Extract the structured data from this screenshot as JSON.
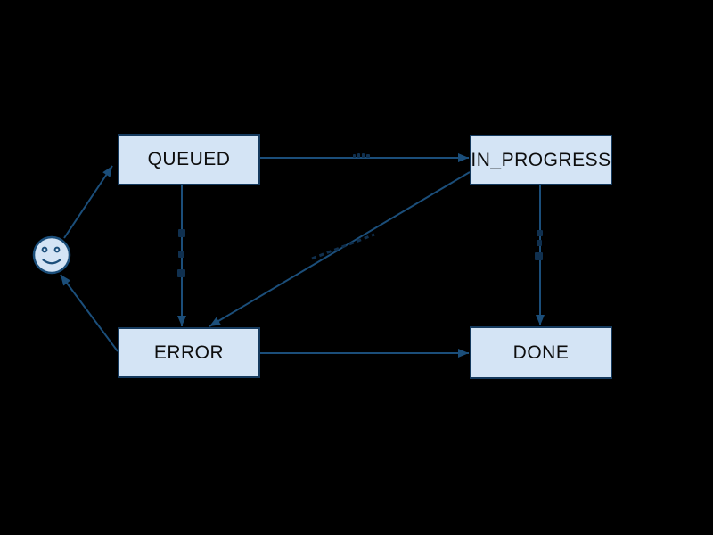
{
  "colors": {
    "background": "#000000",
    "node-fill": "#d4e4f5",
    "node-border": "#153a5e",
    "edge": "#1b4e7a",
    "text": "#0d0d0d",
    "mark": "#10304f"
  },
  "diagram": {
    "type": "state-machine",
    "nodes": [
      {
        "id": "queued",
        "label": "QUEUED"
      },
      {
        "id": "in_progress",
        "label": "IN_PROGRESS"
      },
      {
        "id": "error",
        "label": "ERROR"
      },
      {
        "id": "done",
        "label": "DONE"
      }
    ],
    "start_marker": "smiley-face",
    "edges": [
      {
        "from": "start",
        "to": "QUEUED"
      },
      {
        "from": "QUEUED",
        "to": "IN_PROGRESS",
        "label_visible_as": "illegible tiny marks"
      },
      {
        "from": "QUEUED",
        "to": "ERROR",
        "label_visible_as": "illegible tiny marks"
      },
      {
        "from": "IN_PROGRESS",
        "to": "ERROR",
        "label_visible_as": "illegible tiny marks"
      },
      {
        "from": "IN_PROGRESS",
        "to": "DONE",
        "label_visible_as": "illegible tiny marks"
      },
      {
        "from": "ERROR",
        "to": "DONE"
      },
      {
        "from": "ERROR",
        "to": "start"
      }
    ]
  }
}
